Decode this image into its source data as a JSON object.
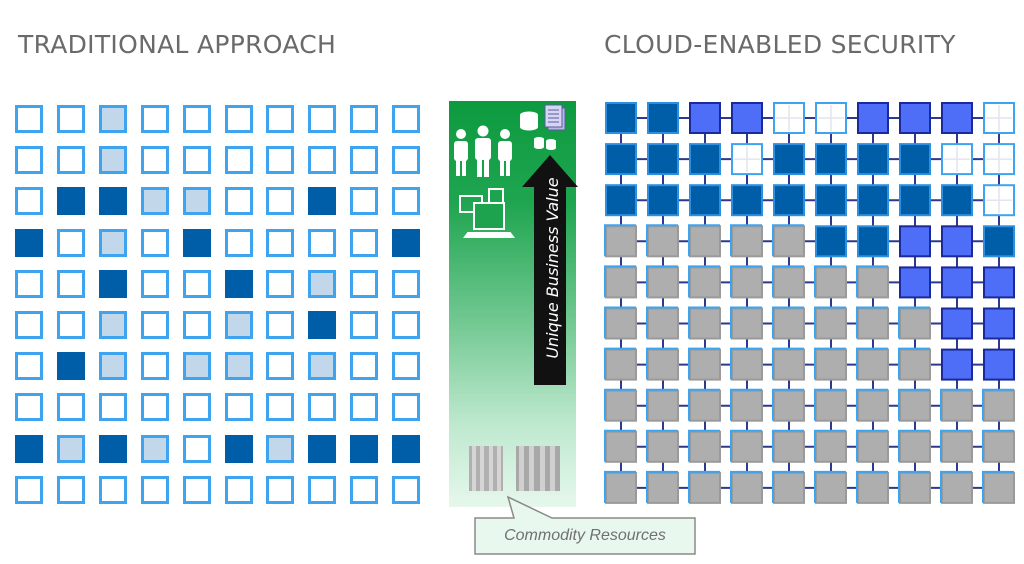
{
  "left_title": "TRADITIONAL APPROACH",
  "right_title": "CLOUD-ENABLED SECURITY",
  "center": {
    "arrow_label": "Unique Business Value",
    "callout": "Commodity Resources",
    "icons": [
      "people-icon",
      "database-icon",
      "documents-icon",
      "devices-icon",
      "server-rack-icon"
    ]
  },
  "legend_states": {
    "traditional": {
      "0": "empty",
      "1": "light",
      "2": "dark"
    },
    "cloud": {
      "0": "empty",
      "1": "gray",
      "2": "dark",
      "3": "bright"
    }
  },
  "colors": {
    "outline_blue": "#3fa4f0",
    "dark_blue": "#005ea8",
    "light_blue": "#c3d7ea",
    "bright_blue": "#4f6ef7",
    "gray": "#aeaeae",
    "connector": "#2b3a8c",
    "green": "#0d9a3f"
  },
  "traditional_grid": [
    [
      0,
      0,
      1,
      0,
      0,
      0,
      0,
      0,
      0,
      0
    ],
    [
      0,
      0,
      1,
      0,
      0,
      0,
      0,
      0,
      0,
      0
    ],
    [
      0,
      2,
      2,
      1,
      1,
      0,
      0,
      2,
      0,
      0
    ],
    [
      2,
      0,
      1,
      0,
      2,
      0,
      0,
      0,
      0,
      2
    ],
    [
      0,
      0,
      2,
      0,
      0,
      2,
      0,
      1,
      0,
      0
    ],
    [
      0,
      0,
      1,
      0,
      0,
      1,
      0,
      2,
      0,
      0
    ],
    [
      0,
      2,
      1,
      0,
      1,
      1,
      0,
      1,
      0,
      0
    ],
    [
      0,
      0,
      0,
      0,
      0,
      0,
      0,
      0,
      0,
      0
    ],
    [
      2,
      1,
      2,
      1,
      0,
      2,
      1,
      2,
      2,
      2
    ],
    [
      0,
      0,
      0,
      0,
      0,
      0,
      0,
      0,
      0,
      0
    ]
  ],
  "cloud_grid": [
    [
      2,
      2,
      3,
      3,
      0,
      0,
      3,
      3,
      3,
      0
    ],
    [
      2,
      2,
      2,
      0,
      2,
      2,
      2,
      2,
      0,
      0
    ],
    [
      2,
      2,
      2,
      2,
      2,
      2,
      2,
      2,
      2,
      0
    ],
    [
      1,
      1,
      1,
      1,
      1,
      2,
      2,
      3,
      3,
      2
    ],
    [
      1,
      1,
      1,
      1,
      1,
      1,
      1,
      3,
      3,
      3
    ],
    [
      1,
      1,
      1,
      1,
      1,
      1,
      1,
      1,
      3,
      3
    ],
    [
      1,
      1,
      1,
      1,
      1,
      1,
      1,
      1,
      3,
      3
    ],
    [
      1,
      1,
      1,
      1,
      1,
      1,
      1,
      1,
      1,
      1
    ],
    [
      1,
      1,
      1,
      1,
      1,
      1,
      1,
      1,
      1,
      1
    ],
    [
      1,
      1,
      1,
      1,
      1,
      1,
      1,
      1,
      1,
      1
    ]
  ]
}
